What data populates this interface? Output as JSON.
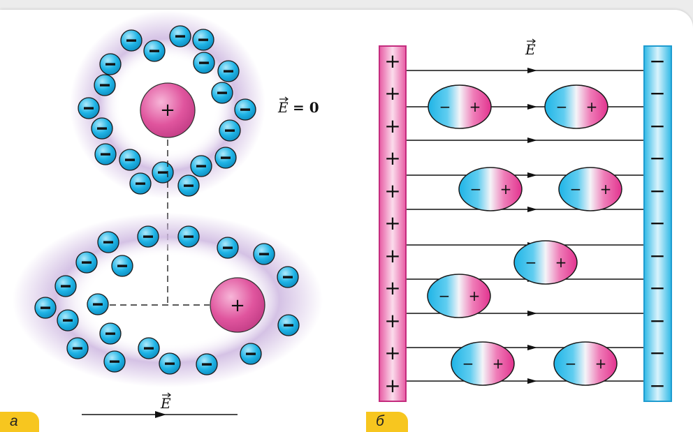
{
  "labels": {
    "field_vector": "E",
    "zero_field_equation": "= 0",
    "panel_a": "a",
    "panel_b": "б",
    "plus_sign": "+",
    "minus_sign": "−"
  },
  "colors": {
    "electron_fill": "#1fb4e6",
    "nucleus_fill": "#e0559e",
    "cloud": "#cdb7e0",
    "positive_plate": "#e75aa3",
    "negative_plate": "#2eb9e6",
    "tag_yellow": "#f7c61f"
  }
}
